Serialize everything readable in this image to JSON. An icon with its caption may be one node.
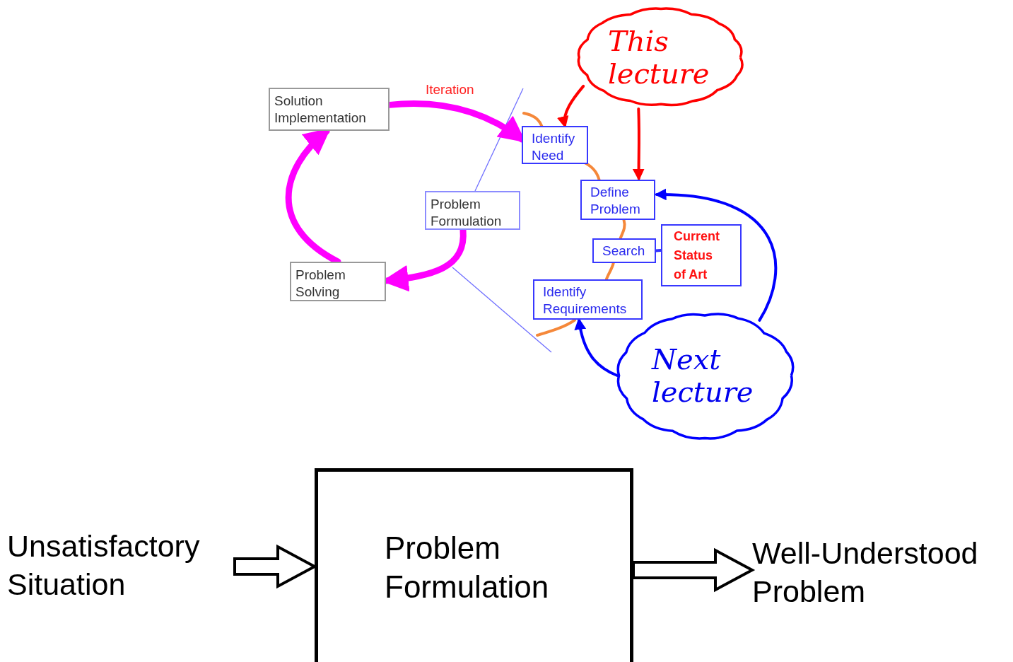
{
  "diagram": {
    "nodes": [
      {
        "text": [
          "Solution Implementation"
        ]
      },
      {
        "text": [
          "Problem Formulation"
        ]
      },
      {
        "text": [
          "Problem Solving"
        ]
      },
      {
        "text": [
          "Identify Need"
        ]
      },
      {
        "text": [
          "Define Problem"
        ]
      },
      {
        "text": [
          "Search"
        ]
      },
      {
        "text": [
          "Current Status of Art"
        ]
      },
      {
        "text": [
          "Identify Requirements"
        ]
      },
      {
        "text": [
          "This lecture"
        ]
      },
      {
        "text": [
          "Next lecture"
        ]
      },
      {
        "text": [
          "Unsatisfactory Situation"
        ]
      },
      {
        "text": [
          "Problem Formulation"
        ]
      },
      {
        "text": [
          "Well-Understood Problem"
        ]
      }
    ],
    "edges": [
      {
        "from": 0,
        "to": 3,
        "arrow": "to",
        "label": "Iteration",
        "style": "thick",
        "color": "#ff00ff"
      },
      {
        "from": 1,
        "to": 2,
        "arrow": "to",
        "style": "thick",
        "color": "#ff00ff"
      },
      {
        "from": 2,
        "to": 0,
        "arrow": "to",
        "style": "thick",
        "color": "#ff00ff"
      },
      {
        "from": null,
        "to": 3,
        "arrow": "none",
        "color": "#f5883a"
      },
      {
        "from": 3,
        "to": 4,
        "arrow": "none",
        "color": "#f5883a"
      },
      {
        "from": 4,
        "to": 5,
        "arrow": "none",
        "color": "#f5883a"
      },
      {
        "from": 5,
        "to": 7,
        "arrow": "none",
        "color": "#f5883a"
      },
      {
        "from": 7,
        "to": null,
        "arrow": "none",
        "color": "#f5883a"
      },
      {
        "from": 5,
        "to": 6,
        "arrow": "none",
        "color": "#3333ff"
      },
      {
        "from": 8,
        "to": 3,
        "arrow": "to",
        "color": "#ff0000"
      },
      {
        "from": 8,
        "to": 4,
        "arrow": "to",
        "color": "#ff0000"
      },
      {
        "from": 9,
        "to": 4,
        "arrow": "to",
        "color": "#0000ff"
      },
      {
        "from": 9,
        "to": 7,
        "arrow": "to",
        "color": "#0000ff"
      },
      {
        "from": 10,
        "to": 11,
        "arrow": "to"
      },
      {
        "from": 11,
        "to": 12,
        "arrow": "to"
      }
    ]
  }
}
